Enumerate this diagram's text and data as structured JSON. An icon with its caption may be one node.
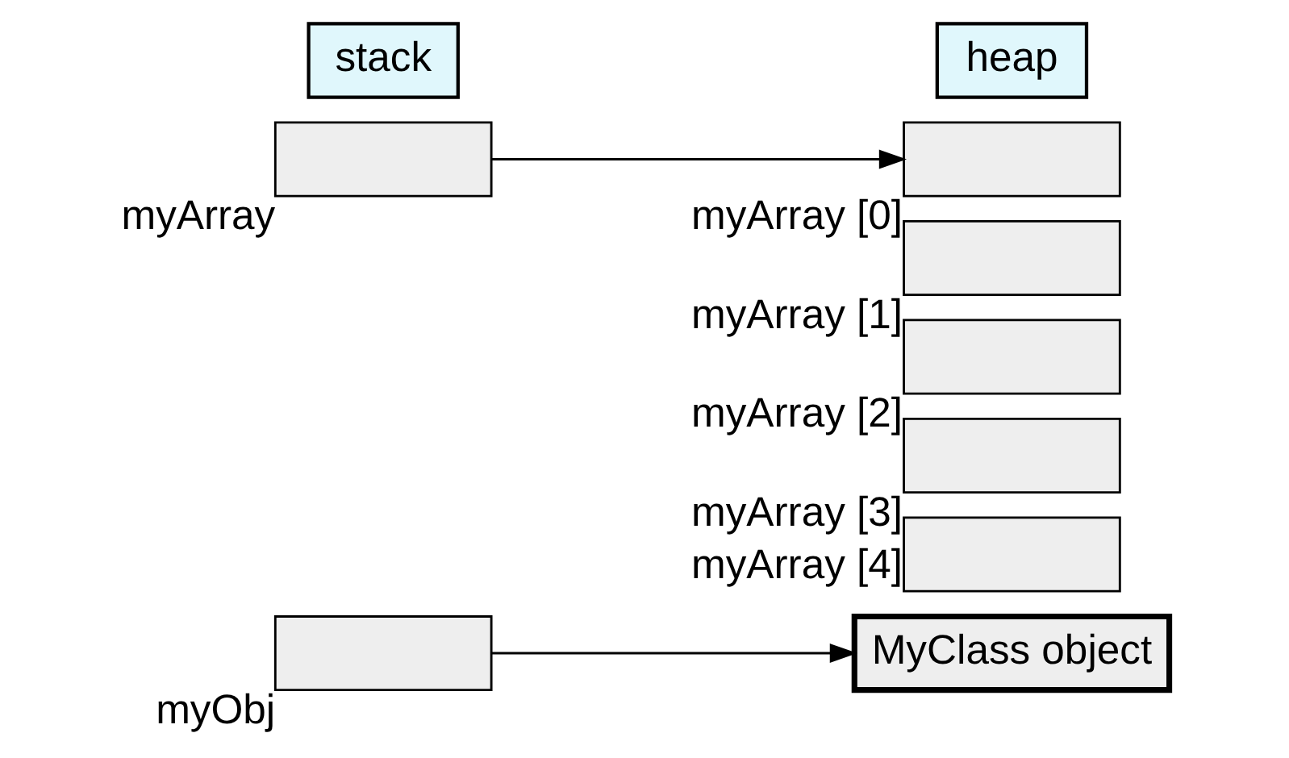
{
  "diagram": {
    "nodes": [
      {
        "text": [
          "stack"
        ]
      },
      {
        "text": [
          "heap"
        ]
      },
      {
        "text": [],
        "shape": "box",
        "beside": [
          "myArray"
        ]
      },
      {
        "text": [],
        "shape": "box",
        "beside": [
          "myArray [0]"
        ]
      },
      {
        "text": [],
        "shape": "box",
        "beside": [
          "myArray [1]"
        ]
      },
      {
        "text": [],
        "shape": "box",
        "beside": [
          "myArray [2]"
        ]
      },
      {
        "text": [],
        "shape": "box",
        "beside": [
          "myArray [3]"
        ]
      },
      {
        "text": [],
        "shape": "box",
        "beside": [
          "myArray [4]"
        ]
      },
      {
        "text": [],
        "shape": "box",
        "beside": [
          "myObj"
        ]
      },
      {
        "text": [
          "MyClass object"
        ]
      }
    ],
    "edges": [
      {
        "from": 2,
        "to": 3,
        "arrow": "to"
      },
      {
        "from": 8,
        "to": 9,
        "arrow": "to"
      }
    ]
  }
}
